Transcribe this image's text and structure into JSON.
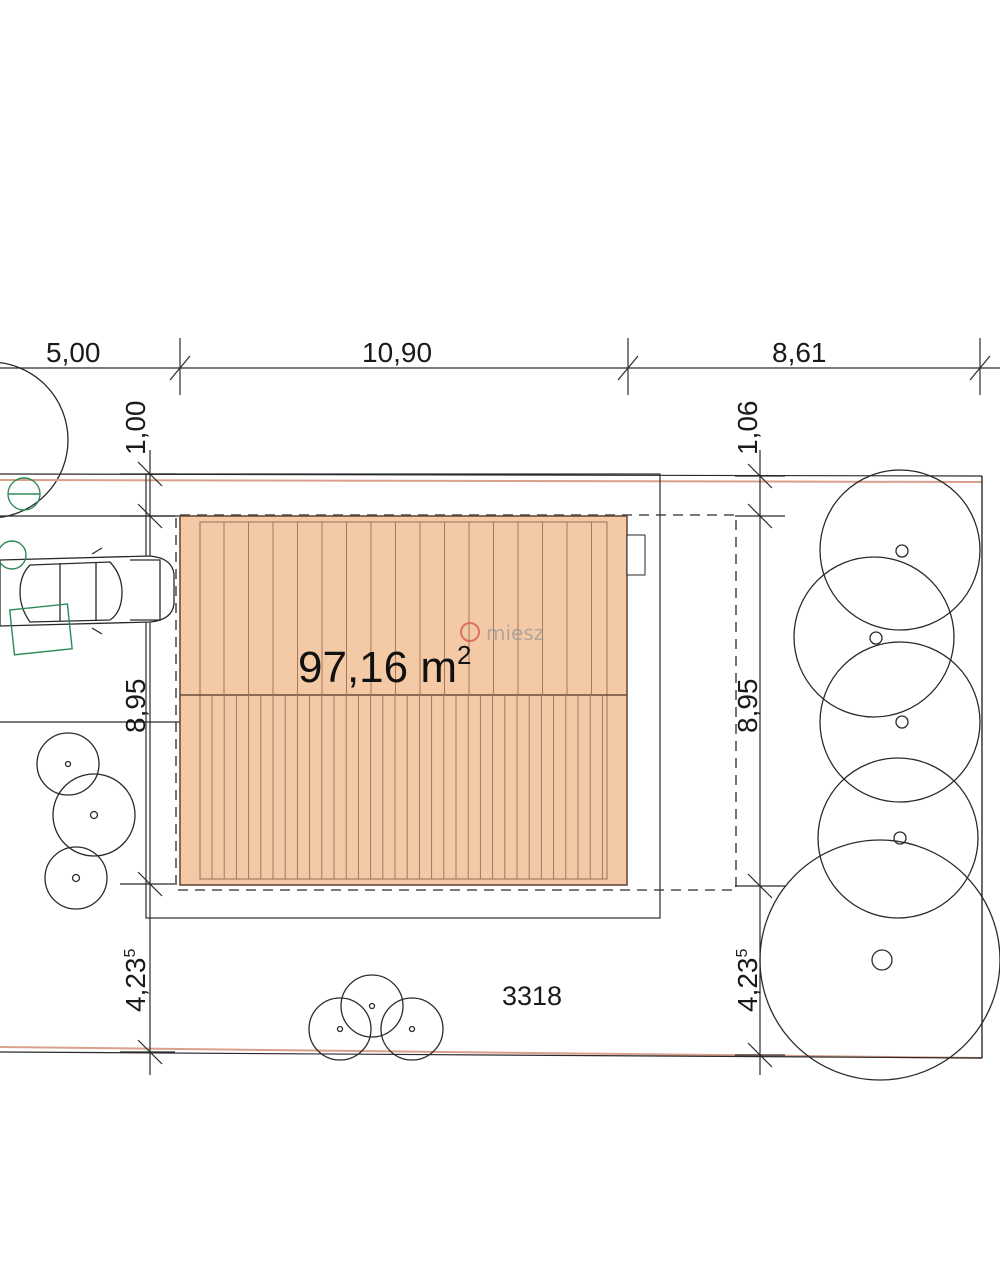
{
  "dimensions": {
    "top_left": "5,00",
    "top_mid": "10,90",
    "top_right": "8,61",
    "left_setback_top": "1,00",
    "right_setback_top": "1,06",
    "left_height": "8,95",
    "right_height": "8,95",
    "left_setback_bottom": "4,23",
    "left_setback_bottom_sup": "5",
    "right_setback_bottom": "4,23",
    "right_setback_bottom_sup": "5"
  },
  "building": {
    "area_value": "97,16 m",
    "area_sup": "2",
    "roof_color": "#f3c9a6",
    "roof_line_color": "#9c7058"
  },
  "parcel": {
    "number": "3318",
    "boundary_color": "#d9a08a"
  },
  "watermark": {
    "text": "miesz",
    "color": "#d9534f"
  },
  "symbols": {
    "vegetation_color": "#2e8b57"
  }
}
